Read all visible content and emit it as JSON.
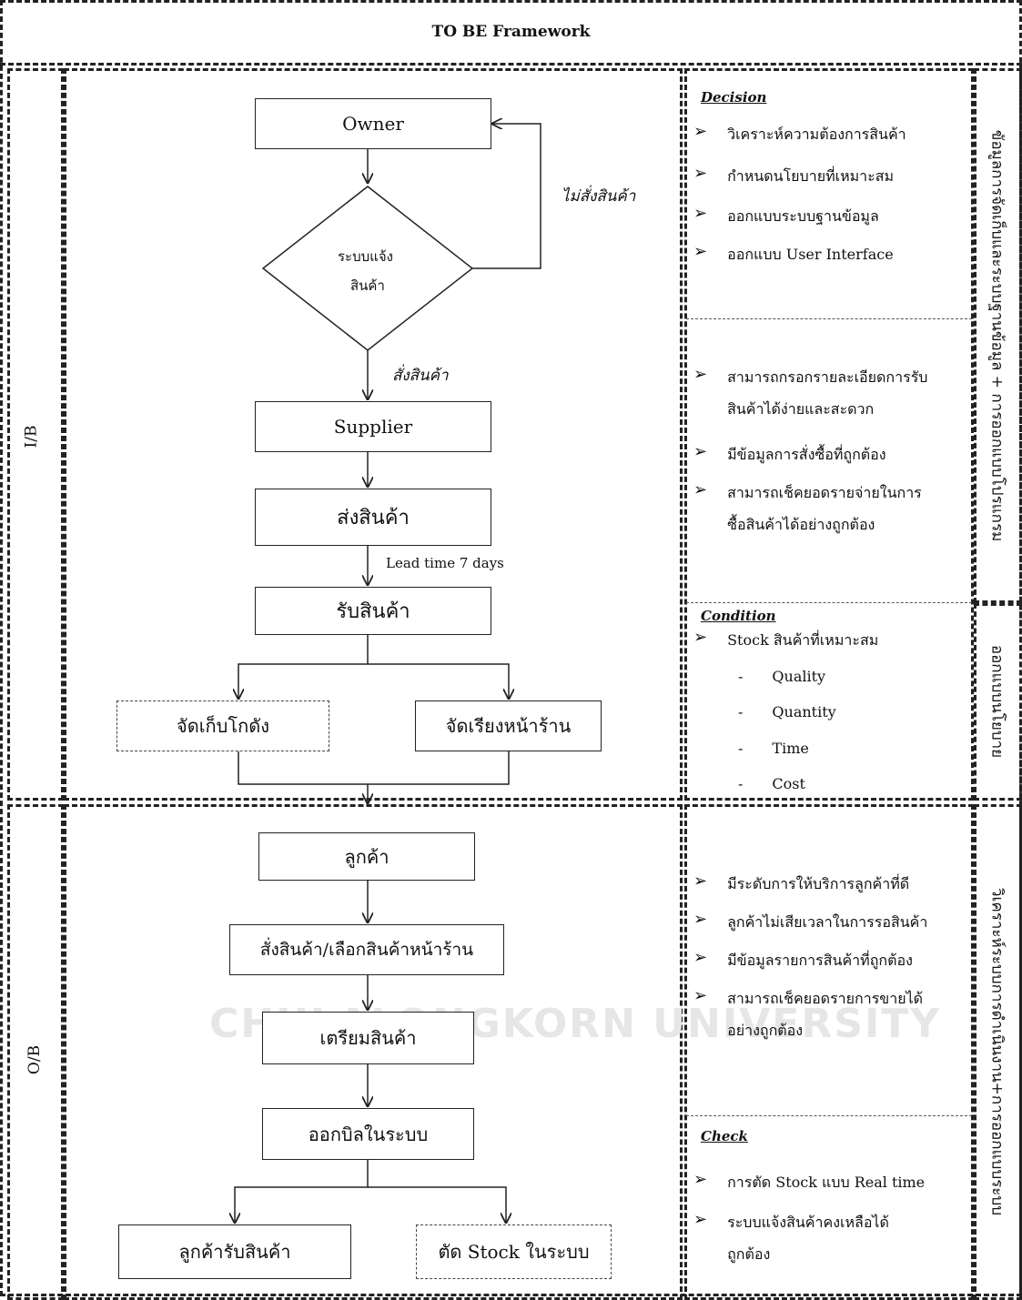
{
  "title": "TO BE Framework",
  "lanes": {
    "ib": "I/B",
    "ob": "O/B"
  },
  "flow_ib": {
    "owner": "Owner",
    "decision": [
      "ระบบแจ้ง",
      "สินค้า"
    ],
    "no_order": "ไม่สั่งสินค้า",
    "order": "สั่งสินค้า",
    "supplier": "Supplier",
    "ship": "ส่งสินค้า",
    "lead_time": "Lead time 7 days",
    "receive": "รับสินค้า",
    "warehouse": "จัดเก็บโกดัง",
    "shelf": "จัดเรียงหน้าร้าน"
  },
  "flow_ob": {
    "customer": "ลูกค้า",
    "order_select": "สั่งสินค้า/เลือกสินค้าหน้าร้าน",
    "prepare": "เตรียมสินค้า",
    "bill": "ออกบิลในระบบ",
    "customer_receive": "ลูกค้ารับสินค้า",
    "cut_stock": "ตัด Stock ในระบบ"
  },
  "panel_decision": {
    "header": "Decision",
    "items": [
      "วิเคราะห์ความต้องการสินค้า",
      "กำหนดนโยบายที่เหมาะสม",
      "ออกแบบระบบฐานข้อมูล",
      "ออกแบบ User Interface"
    ]
  },
  "panel_mid": {
    "items": [
      [
        "สามารถกรอกรายละเอียดการรับ",
        "สินค้าได้ง่ายและสะดวก"
      ],
      [
        "มีข้อมูลการสั่งซื้อที่ถูกต้อง"
      ],
      [
        "สามารถเช็คยอดรายจ่ายในการ",
        "ซื้อสินค้าได้อย่างถูกต้อง"
      ]
    ]
  },
  "panel_condition": {
    "header": "Condition",
    "lead": "Stock สินค้าที่เหมาะสม",
    "subs": [
      "Quality",
      "Quantity",
      "Time",
      "Cost"
    ]
  },
  "panel_ob": {
    "items": [
      [
        "มีระดับการให้บริการลูกค้าที่ดี"
      ],
      [
        "ลูกค้าไม่เสียเวลาในการรอสินค้า"
      ],
      [
        "มีข้อมูลรายการสินค้าที่ถูกต้อง"
      ],
      [
        "สามารถเช็คยอดรายการขายได้",
        "อย่างถูกต้อง"
      ]
    ]
  },
  "panel_check": {
    "header": "Check",
    "items": [
      [
        "การตัด Stock แบบ Real time"
      ],
      [
        "ระบบแจ้งสินค้าคงเหลือได้",
        "ถูกต้อง"
      ]
    ]
  },
  "side_labels": {
    "top": "ขัอมูลการจัดเก็บและระบบฐานข้อมูล + การออกแบบโปรแกรม",
    "mid": "ออกแบบนโยบาย",
    "bottom": "วิเคราะห์ระบบการดำเนินงาน+การออกแบบระบบ"
  },
  "watermark": "CHULALONGKORN UNIVERSITY"
}
